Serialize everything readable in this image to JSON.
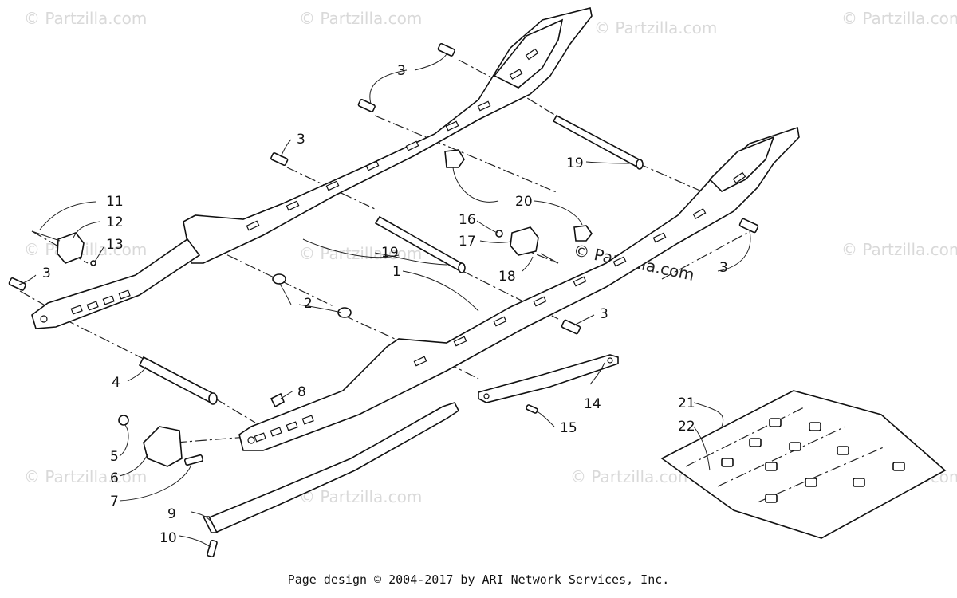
{
  "watermark_text": "© Partzilla.com",
  "watermark_positions_label": "© Partzilla.com",
  "callouts": [
    "1",
    "2",
    "3",
    "4",
    "5",
    "6",
    "7",
    "8",
    "9",
    "10",
    "11",
    "12",
    "13",
    "14",
    "15",
    "16",
    "17",
    "18",
    "19",
    "20",
    "21",
    "22"
  ],
  "footer": "Page design © 2004-2017 by ARI Network Services, Inc.",
  "colors": {
    "ink": "#111111",
    "watermark": "#d9d9d9",
    "background": "#ffffff"
  }
}
